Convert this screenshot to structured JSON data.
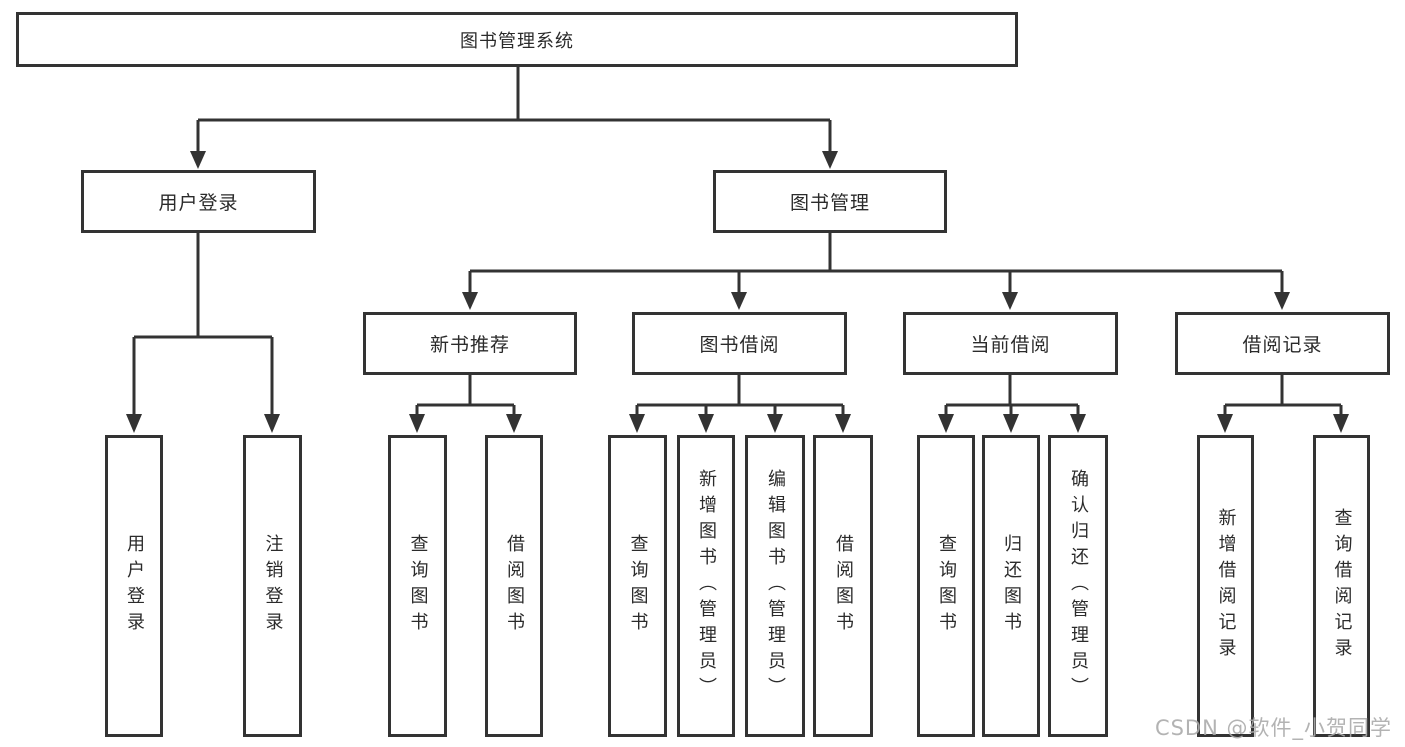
{
  "diagram": {
    "title": "图书管理系统",
    "branches": [
      {
        "label": "用户登录",
        "children": [
          "用户登录",
          "注销登录"
        ]
      },
      {
        "label": "图书管理",
        "sections": [
          {
            "label": "新书推荐",
            "children": [
              "查询图书",
              "借阅图书"
            ]
          },
          {
            "label": "图书借阅",
            "children": [
              "查询图书",
              "新增图书（管理员）",
              "编辑图书（管理员）",
              "借阅图书"
            ]
          },
          {
            "label": "当前借阅",
            "children": [
              "查询图书",
              "归还图书",
              "确认归还（管理员）"
            ]
          },
          {
            "label": "借阅记录",
            "children": [
              "新增借阅记录",
              "查询借阅记录"
            ]
          }
        ]
      }
    ]
  },
  "watermark": {
    "text": "CSDN @软件_小贺同学"
  },
  "colors": {
    "line": "#333333",
    "text": "#2b2b2b",
    "box_background": "#ffffff",
    "watermark": "#ababab",
    "background": "#ffffff"
  }
}
